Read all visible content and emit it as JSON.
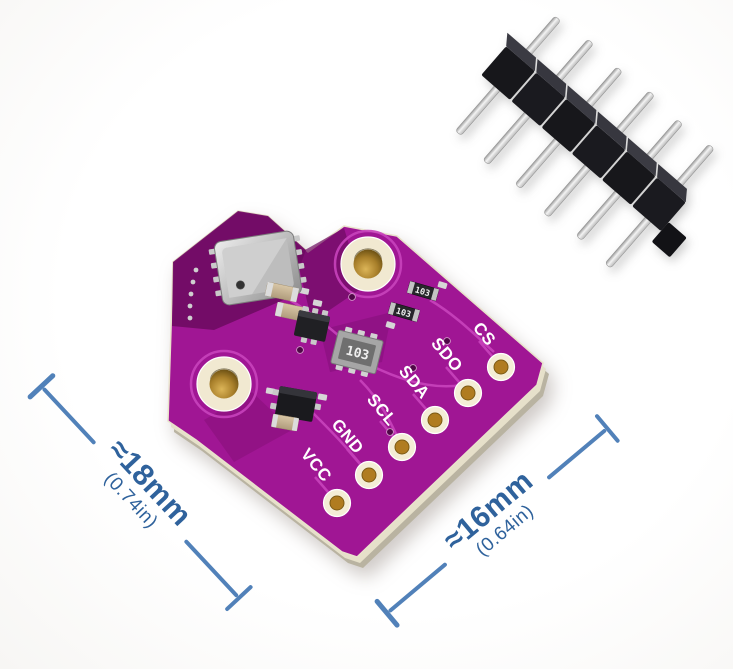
{
  "scene": {
    "background_color": "#fdfdfd"
  },
  "board": {
    "pcb_color": "#a01694",
    "pcb_dark_color": "#6e0b62",
    "trace_color": "#c843bc",
    "pad_color": "#f2ebd4",
    "hole_gold_color": "#b07c20",
    "edge_color": "#e6e0ca",
    "pin_labels": [
      "VCC",
      "GND",
      "SCL",
      "SDA",
      "SDO",
      "CS"
    ],
    "chip_marking": "103",
    "resistor_markings": [
      "103",
      "103"
    ]
  },
  "pin_header": {
    "pin_count": 6,
    "plastic_color": "#17171b",
    "pin_color": "#e8e8e8"
  },
  "dimensions": {
    "height": {
      "approx": "≈18mm",
      "inches": "(0.74in)"
    },
    "width": {
      "approx": "≈16mm",
      "inches": "(0.64in)"
    },
    "line_color": "#5181b9",
    "text_color": "#2f629c"
  }
}
